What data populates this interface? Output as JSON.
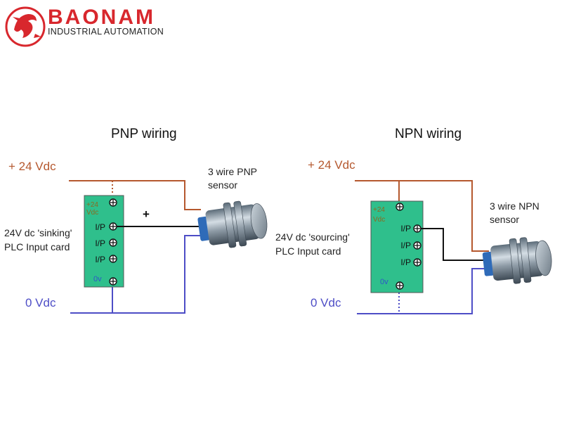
{
  "header": {
    "brand": "BAONAM",
    "tagline": "INDUSTRIAL AUTOMATION",
    "brand_color": "#d8272d"
  },
  "pnp": {
    "title": "PNP wiring",
    "supply_label": "+ 24 Vdc",
    "ground_label": "0 Vdc",
    "card_label_1": "24V dc 'sinking'",
    "card_label_2": "PLC Input card",
    "card_vdc_1": "+24",
    "card_vdc_2": "Vdc",
    "inputs": [
      "I/P",
      "I/P",
      "I/P"
    ],
    "card_0v": "0v",
    "plus_mark": "+",
    "sensor_label_1": "3 wire PNP",
    "sensor_label_2": "sensor"
  },
  "npn": {
    "title": "NPN wiring",
    "supply_label": "+ 24 Vdc",
    "ground_label": "0 Vdc",
    "card_label_1": "24V dc 'sourcing'",
    "card_label_2": "PLC Input card",
    "card_vdc_1": "+24",
    "card_vdc_2": "Vdc",
    "inputs": [
      "I/P",
      "I/P",
      "I/P"
    ],
    "card_0v": "0v",
    "sensor_label_1": "3 wire NPN",
    "sensor_label_2": "sensor"
  },
  "colors": {
    "supply_wire": "#b5582e",
    "ground_wire": "#4d4dc6",
    "signal_wire": "#111111",
    "card_fill": "#2fbf8c",
    "card_text_vdc": "#8a6a20",
    "card_text_0v": "#2e56c9",
    "supply_label": "#b5582e",
    "ground_label": "#4d4dc6"
  }
}
